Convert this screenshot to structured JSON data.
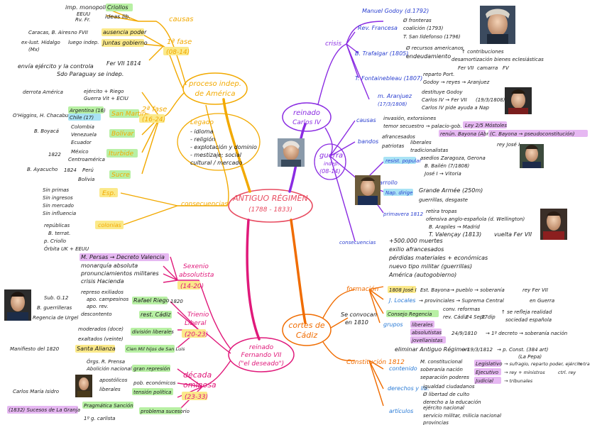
{
  "center": {
    "title": "ANTIGUO RÉGIMEN",
    "dates": "(1788 - 1833)"
  },
  "q1": {
    "title": [
      "proceso indep.",
      "de América"
    ],
    "causas": "causas",
    "causas_items": [
      "imp. monopolio",
      "ideas lib.",
      "Criollos",
      "EEUU",
      "Rv. Fr."
    ],
    "fase1": [
      "1ª fase",
      "(08-14)"
    ],
    "f1_items": [
      "Caracas, B. Aires",
      "no FVII",
      "ausencia poder",
      "Juntas gobierno",
      "ex-lust. Hidalgo",
      "(Mx)",
      "luego indep.",
      "envía ejército y la controla",
      "Fer VII 1814",
      "Sdo Paraguay se indep."
    ],
    "fase2": [
      "2ª fase",
      "(16-24)"
    ],
    "f2_items": [
      "derrota América",
      "ejército + Riego",
      "Guerra Vit + ECIU",
      "O'Higgins, H. Chacabuco",
      "Argentina (16)",
      "Chile (17)",
      "San Martín",
      "Colombia",
      "B. Boyacá",
      "Venezuela",
      "Ecuador",
      "Bolívar",
      "México",
      "1822",
      "Centroamérica",
      "Iturbide",
      "Perú",
      "Bolivia",
      "1824",
      "Sucre",
      "B. Ayacucho"
    ],
    "legado": [
      "Legado",
      "- idioma",
      "- religión",
      "- explotación y dominio",
      "- mestizaje; social",
      "cultural / mercado"
    ],
    "consecuencias": "consecuencias",
    "esp": "Esp.",
    "esp_items": [
      "Sin primas",
      "Sin ingresos",
      "Sin mercado",
      "Sin influencia"
    ],
    "colonias": "colonias",
    "col_items": [
      "repúblicas",
      "B. terrat.",
      "p. Criollo",
      "Órbita UK + EEUU"
    ]
  },
  "q2": {
    "title": [
      "reinado",
      "Carlos IV"
    ],
    "crisis": "crisis",
    "godoy": "Manuel Godoy (d.1792)",
    "rev_fr": "Rev. Francesa",
    "rf_items": [
      "Ø fronteras",
      "coalición (1793)",
      "T. San Ildefonso (1796)"
    ],
    "trafalgar": "B. Trafalgar (1805)",
    "tf_items": [
      "Ø recursos americanos",
      "endeudamiento",
      "↑ contribuciones",
      "desamortización bienes eclesiásticas",
      "Fer VII",
      "camarra",
      "FV"
    ],
    "fontainebleau": "T. Fontainebleau (1807)",
    "fb_items": [
      "reparto Port.",
      "Godoy → reyes → Aranjuez"
    ],
    "aranjuez": [
      "m. Aranjuez",
      "(17/3/1808)"
    ],
    "ar_items": [
      "destituye Godoy",
      "Carlos IV → Fer VII",
      "(19/3/1808)",
      "Carlos IV pide ayuda a Nap"
    ],
    "guerra": [
      "guerra",
      "indep.",
      "(08-14)"
    ],
    "causas": "causas",
    "gc_items": [
      "invasión, extorsiones",
      "temor secuestro → palacio-gob.",
      "Ley 2/5 Móstoles"
    ],
    "bandos": "bandos",
    "bd_items": [
      "afrancesados",
      "patriotas",
      "liberales",
      "tradicionalistas",
      "renún. Bayona (Abril)",
      "(C. Bayona → pseudoconstitución)",
      "rey José I"
    ],
    "desarrollo": "desarrollo",
    "resist": "resist. popular",
    "dv_items": [
      "asedios Zaragoza, Gerona",
      "B. Bailén (7/1808)",
      "José I → Vitoria"
    ],
    "nap": "Nap. dirige",
    "nap_items": [
      "Grande Armée (250m)",
      "guerrillas, desgaste"
    ],
    "primavera": "primavera 1812",
    "pv_items": [
      "retira tropas",
      "ofensiva anglo-española (d. Wellington)",
      "B. Arapiles → Madrid",
      "T. Valençay (1813)",
      "vuelta Fer VII"
    ],
    "consecuencias": "consecuencias",
    "cs_items": [
      "+500.000 muertes",
      "exilio afrancesados",
      "pérdidas materiales + económicas",
      "nuevo tipo militar (guerrillas)",
      "América (autogobierno)"
    ]
  },
  "q3": {
    "title": [
      "reinado",
      "Fernando VII",
      "(\"el deseado\")"
    ],
    "sexenio": [
      "Sexenio",
      "absolutista",
      "(14-20)"
    ],
    "sx_items": [
      "M. Persas → Decreto Valencia",
      "monarquía absoluta",
      "pronunciamientos militares",
      "crisis Hacienda"
    ],
    "trienio": [
      "Trienio",
      "Liberal",
      "(20-23)"
    ],
    "tr_items": [
      "represo exiliados",
      "apo. campesinos",
      "apo. rev.",
      "descontento",
      "Rafael Riego",
      "1820",
      "rest. Cádiz",
      "moderados (doce)",
      "exaltados (veinte)",
      "división liberales",
      "Manifiesto del 1820",
      "Santa Alianza",
      "Cien Mil hijos de San Luis"
    ],
    "sublevacion": [
      "Sub. G.12",
      "B. guerrilleras",
      "Regencia de Urgel"
    ],
    "decada": [
      "década",
      "ominosa",
      "(23-33)"
    ],
    "dc_items": [
      "Órgs. R. Prensa",
      "Abolición nacional",
      "gran represión",
      "pob. económicos",
      "apostólicos",
      "tensión política",
      "liberales",
      "Pragmática Sanción",
      "problema sucesorio",
      "1º g. carlista",
      "Carlos María Isidro",
      "(1832) Sucesos de La Granja"
    ]
  },
  "q4": {
    "title": [
      "cortes de",
      "Cádiz"
    ],
    "se_convocan": [
      "Se convocan",
      "en 1810"
    ],
    "formacion": "formación",
    "fm_items": [
      "1808 José I",
      "Est. Bayona",
      "→ pueblo → soberanía",
      "rey Fer VII",
      "J. Locales",
      "→ provinciales → Suprema Central",
      "en Guerra",
      "Consejo Regencia",
      "conv. reformas",
      "rev. Cádiz",
      "24 Sept.",
      "27dip",
      "↑ se refleja realidad",
      "sociedad española"
    ],
    "grupos": "grupos",
    "gr_items": [
      "liberales",
      "absolutistas",
      "jovellanistas",
      "24/9/1810",
      "→ 1º decreto → soberanía nación"
    ],
    "constitucion": "Constitución 1812",
    "ct_items": [
      "eliminar Antiguo Régimen",
      "→ 19/3/1812",
      "→ p. Const. (384 art)",
      "(La Pepa)"
    ],
    "contenido": "contenido",
    "cn_items": [
      "M. constitucional",
      "soberanía nación",
      "separación poderes",
      "Legislativo",
      "Ejecutivo",
      "Judicial",
      "→ sufragio, reparto poder, ejército",
      "→ rey + ministros",
      "→ tribunales",
      "ctrl. rey",
      "→ tra"
    ],
    "derechos": "derechos y lib.",
    "dr_items": [
      "igualdad ciudadanos",
      "Ø libertad de culto",
      "derecho a la educación"
    ],
    "articulos": "artículos",
    "at_items": [
      "ejército nacional",
      "servicio militar, milicia nacional",
      "provincias"
    ]
  },
  "colors": {
    "center": "#e84a5f",
    "q1": "#f2a900",
    "q2": "#8a2be2",
    "q3": "#e0197a",
    "q4": "#f06c00",
    "q4_sub": "#2a7bd6",
    "q2_sub": "#2a3fd0",
    "ink": "#1a1a1a"
  },
  "icons": [
    "portrait-godoy-icon",
    "portrait-carlos-iv-icon",
    "portrait-fernando-vii-icon",
    "portrait-napoleon-icon",
    "portrait-jose-i-icon",
    "portrait-wellington-icon",
    "portrait-riego-icon",
    "portrait-carlos-maria-isidro-icon"
  ]
}
